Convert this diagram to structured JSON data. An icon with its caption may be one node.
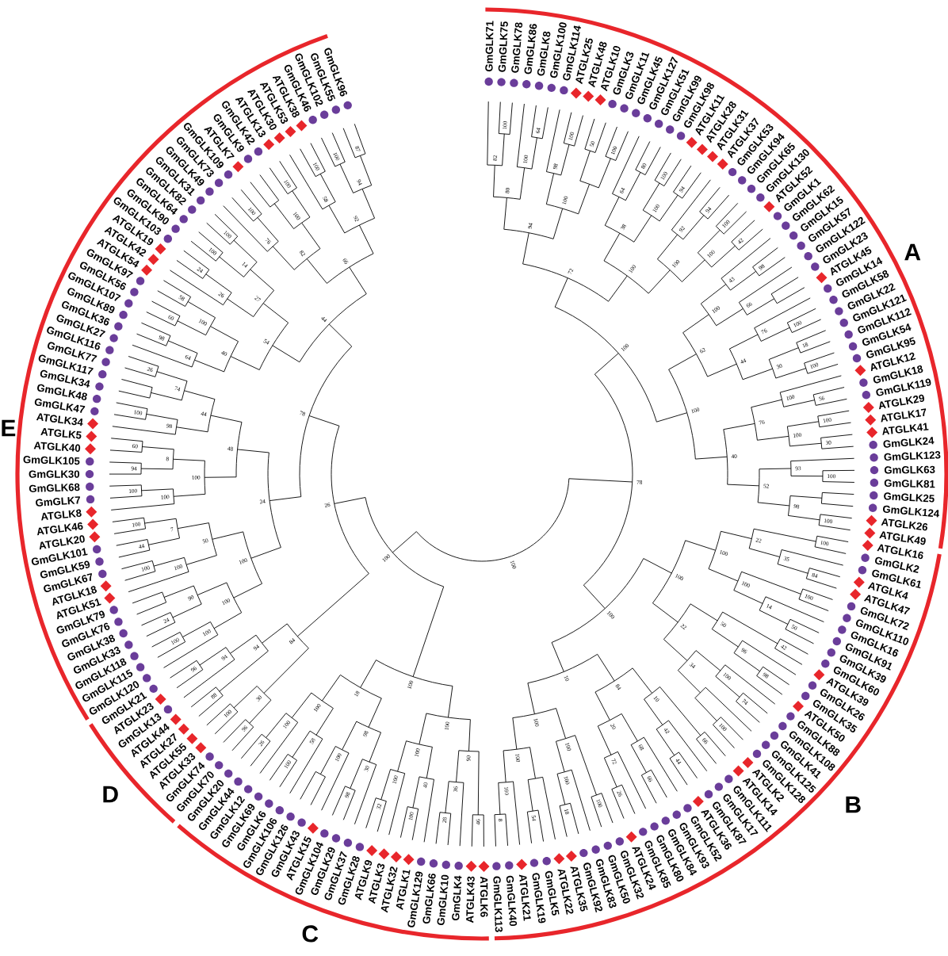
{
  "diagram": {
    "labels": [
      "GmGLK105",
      "ATGLK40",
      "ATGLK5",
      "ATGLK34",
      "GmGLK47",
      "GmGLK48",
      "GmGLK34",
      "GmGLK117",
      "GmGLK77",
      "GmGLK116",
      "GmGLK27",
      "GmGLK36",
      "GmGLK89",
      "GmGLK107",
      "GmGLK56",
      "GmGLK97",
      "ATGLK54",
      "ATGLK42",
      "ATGLK19",
      "GmGLK103",
      "GmGLK90",
      "GmGLK64",
      "GmGLK82",
      "GmGLK31",
      "GmGLK49",
      "GmGLK73",
      "GmGLK109",
      "ATGLK7",
      "GmGLK9",
      "GmGLK42",
      "ATGLK13",
      "ATGLK30",
      "ATGLK53",
      "ATGLK38",
      "GmGLK46",
      "GmGLK102",
      "GmGLK55",
      "GmGLK96",
      "GmGLK71",
      "GmGLK75",
      "GmGLK78",
      "GmGLK86",
      "GmGLK8",
      "GmGLK100",
      "GmGLK114",
      "ATGLK25",
      "ATGLK48",
      "ATGLK10",
      "GmGLK3",
      "GmGLK11",
      "GmGLK45",
      "GmGLK127",
      "GmGLK51",
      "GmGLK99",
      "GmGLK98",
      "ATGLK11",
      "ATGLK28",
      "ATGLK31",
      "ATGLK37",
      "GmGLK53",
      "GmGLK94",
      "GmGLK65",
      "GmGLK130",
      "ATGLK52",
      "GmGLK1",
      "GmGLK62",
      "GmGLK15",
      "GmGLK57",
      "GmGLK122",
      "GmGLK23",
      "ATGLK45",
      "GmGLK14",
      "GmGLK58",
      "GmGLK22",
      "GmGLK121",
      "GmGLK112",
      "GmGLK54",
      "GmGLK95",
      "ATGLK12",
      "GmGLK18",
      "GmGLK119",
      "ATGLK29",
      "ATGLK17",
      "ATGLK41",
      "GmGLK24",
      "GmGLK123",
      "GmGLK63",
      "GmGLK30",
      "GmGLK68",
      "GmGLK7",
      "ATGLK8",
      "ATGLK46",
      "ATGLK20",
      "GmGLK101",
      "GmGLK59",
      "GmGLK67",
      "ATGLK18",
      "ATGLK51",
      "GmGLK79",
      "GmGLK76",
      "GmGLK38",
      "GmGLK33",
      "GmGLK118",
      "GmGLK115",
      "GmGLK120",
      "GmGLK21",
      "ATGLK23",
      "GmGLK13",
      "ATGLK44",
      "ATGLK27",
      "ATGLK55",
      "ATGLK33",
      "GmGLK74",
      "GmGLK70",
      "GmGLK20",
      "GmGLK44",
      "GmGLK12",
      "GmGLK69",
      "GmGLK6",
      "GmGLK106",
      "GmGLK126",
      "GmGLK43",
      "ATGLK15",
      "GmGLK104",
      "GmGLK29",
      "GmGLK37",
      "GmGLK28",
      "ATGLK9",
      "ATGLK3",
      "ATGLK32",
      "ATGLK1",
      "GmGLK129",
      "GmGLK66",
      "GmGLK10",
      "GmGLK4",
      "ATGLK43",
      "ATGLK6",
      "GmGLK113",
      "GmGLK40",
      "ATGLK21",
      "GmGLK19",
      "GmGLK5",
      "ATGLK22",
      "ATGLK35",
      "GmGLK92",
      "GmGLK83",
      "GmGLK50",
      "GmGLK32",
      "ATGLK24",
      "GmGLK85",
      "GmGLK80",
      "GmGLK84",
      "GmGLK93",
      "GmGLK52",
      "ATGLK36",
      "GmGLK87",
      "GmGLK17",
      "GmGLK111",
      "ATGLK14",
      "ATGLK2",
      "GmGLK128",
      "GmGLK125",
      "GmGLK41",
      "GmGLK108",
      "GmGLK88",
      "ATGLK50",
      "GmGLK35",
      "GmGLK26",
      "ATGLK39",
      "GmGLK60",
      "GmGLK39",
      "GmGLK91",
      "GmGLK16",
      "GmGLK110",
      "GmGLK72",
      "ATGLK47",
      "ATGLK4",
      "GmGLK61",
      "GmGLK2",
      "ATGLK16",
      "ATGLK49",
      "ATGLK26",
      "GmGLK124",
      "GmGLK25",
      "GmGLK81",
      "A",
      "B",
      "C",
      "D",
      "E",
      "100",
      "64",
      "100",
      "50",
      "100",
      "87",
      "100",
      "100",
      "82",
      "100",
      "98",
      "80",
      "100",
      "100",
      "94",
      "80",
      "64",
      "94",
      "58",
      "100",
      "100",
      "100",
      "94",
      "100",
      "92",
      "100",
      "100",
      "94",
      "38",
      "92",
      "76",
      "42",
      "100",
      "82",
      "100",
      "24",
      "14",
      "66",
      "100",
      "98",
      "72",
      "100",
      "43",
      "58",
      "26",
      "27",
      "100",
      "66",
      "60",
      "100",
      "44",
      "100",
      "76",
      "98",
      "54",
      "18",
      "64",
      "40",
      "100",
      "62",
      "26",
      "44",
      "30",
      "100",
      "74",
      "100",
      "56",
      "100",
      "44",
      "78",
      "100",
      "98",
      "76",
      "100",
      "100",
      "60",
      "48",
      "30",
      "8",
      "40",
      "94",
      "93",
      "100",
      "78",
      "100",
      "100",
      "52",
      "100",
      "24",
      "26",
      "98",
      "100",
      "100",
      "7",
      "44",
      "50",
      "22",
      "100",
      "100",
      "100",
      "100",
      "100",
      "35",
      "100",
      "100",
      "100",
      "100",
      "84",
      "90",
      "100",
      "100",
      "100",
      "14",
      "24",
      "22",
      "50",
      "50",
      "100",
      "100",
      "94",
      "84",
      "96",
      "42",
      "94",
      "96",
      "34",
      "100",
      "10",
      "100",
      "98",
      "18",
      "84",
      "88",
      "30",
      "100",
      "10",
      "74",
      "100",
      "96",
      "100",
      "100",
      "100",
      "20",
      "100",
      "98",
      "42",
      "26",
      "58",
      "100",
      "100",
      "68",
      "66",
      "100",
      "90",
      "100",
      "72",
      "44",
      "100",
      "30",
      "100",
      "40",
      "100",
      "66",
      "98",
      "36",
      "100",
      "26",
      "32",
      "100",
      "100",
      "54",
      "18",
      "28",
      "46",
      "8"
    ]
  }
}
